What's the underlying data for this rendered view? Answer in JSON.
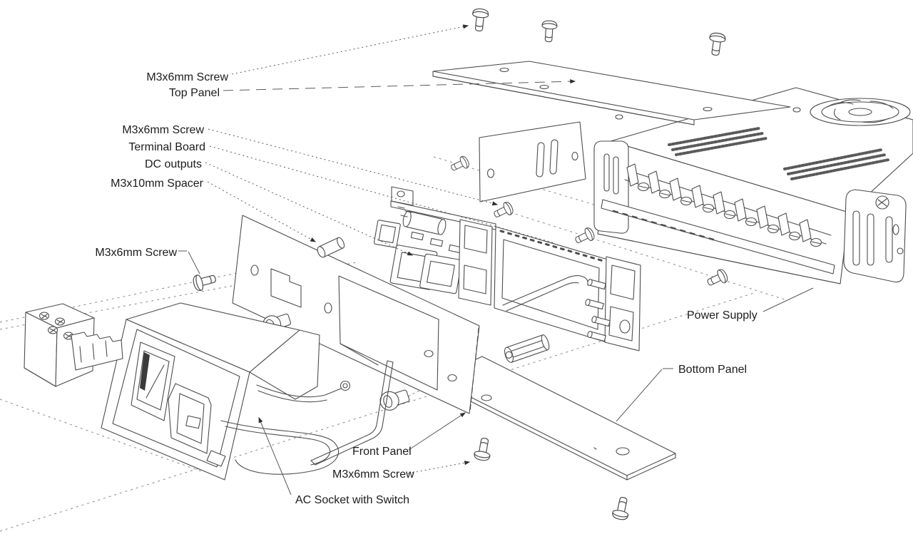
{
  "figure": {
    "type": "exploded-assembly-line-drawing",
    "subject": "Power supply enclosure exploded view",
    "background_color": "#ffffff",
    "line_color": "#4d4d4d",
    "text_color": "#1c1c1c"
  },
  "labels": {
    "screw_top": "M3x6mm Screw",
    "top_panel": "Top Panel",
    "screw_mid": "M3x6mm Screw",
    "terminal_board": "Terminal Board",
    "dc_outputs": "DC outputs",
    "spacer": "M3x10mm Spacer",
    "screw_left": "M3x6mm Screw",
    "power_supply": "Power Supply",
    "bottom_panel": "Bottom Panel",
    "front_panel": "Front Panel",
    "screw_bottom": "M3x6mm Screw",
    "ac_socket": "AC Socket with Switch"
  }
}
